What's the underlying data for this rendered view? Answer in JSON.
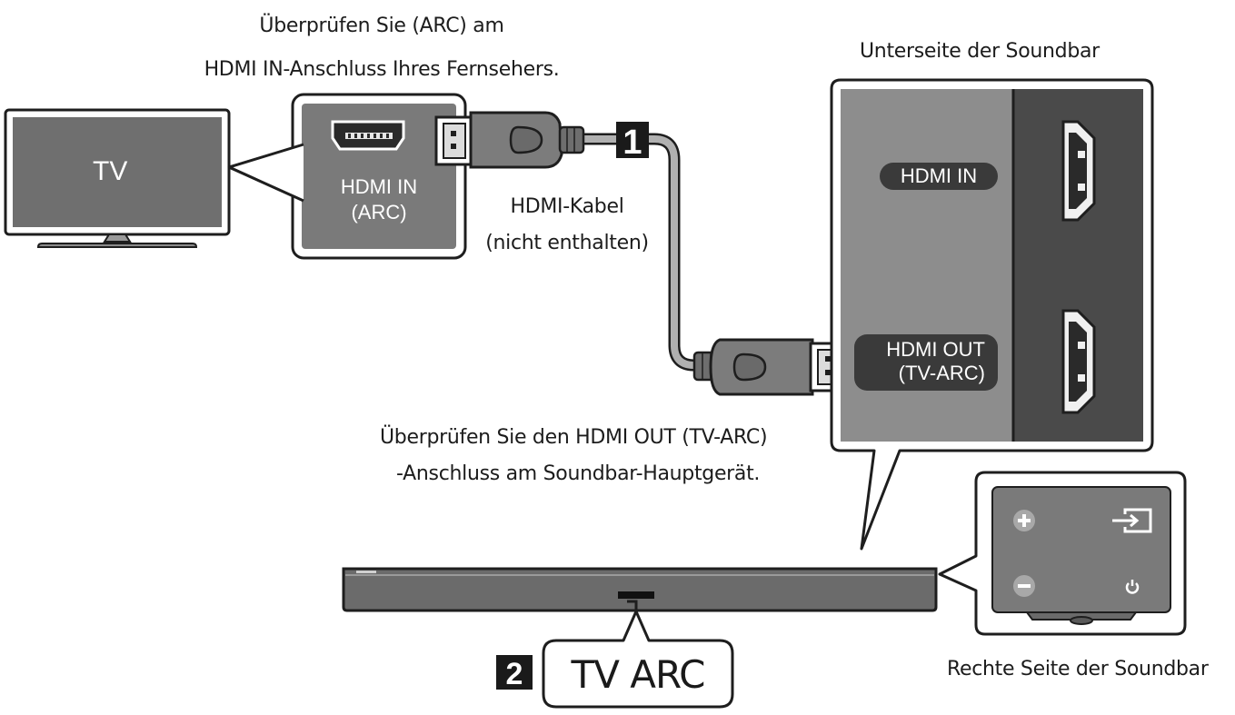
{
  "top_caption": {
    "line1": "Überprüfen Sie (ARC) am",
    "line2": "HDMI IN-Anschluss Ihres Fernsehers."
  },
  "tv": {
    "label": "TV",
    "port_label_line1": "HDMI IN",
    "port_label_line2": "(ARC)"
  },
  "cable": {
    "step_number": "1",
    "label_line1": "HDMI-Kabel",
    "label_line2": "(nicht enthalten)"
  },
  "soundbar_bottom": {
    "title": "Unterseite der Soundbar",
    "hdmi_in_label": "HDMI IN",
    "hdmi_out_label_line1": "HDMI OUT",
    "hdmi_out_label_line2": "(TV-ARC)"
  },
  "bottom_caption": {
    "line1": "Überprüfen Sie den HDMI OUT (TV-ARC)",
    "line2": "-Anschluss am Soundbar-Hauptgerät."
  },
  "display": {
    "step_number": "2",
    "text": "TV ARC"
  },
  "soundbar_right": {
    "title": "Rechte Seite der Soundbar",
    "icons": [
      "plus-icon",
      "input-source-icon",
      "minus-icon",
      "power-icon"
    ]
  },
  "colors": {
    "panel_gray": "#7a7a7a",
    "panel_dark": "#4a4a4a",
    "outline": "#1e1e1e",
    "cable_gray": "#a9a9a9"
  }
}
